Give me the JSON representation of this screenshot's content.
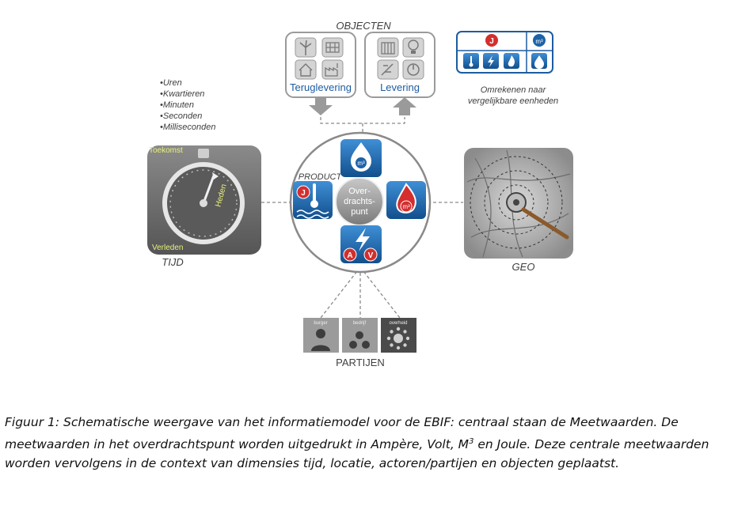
{
  "objecten": {
    "title": "OBJECTEN",
    "teruglevering_label": "Teruglevering",
    "levering_label": "Levering"
  },
  "omrekenen": {
    "text_line1": "Omrekenen naar",
    "text_line2": "vergelijkbare eenheden",
    "unit_j": "J",
    "unit_m3": "m³"
  },
  "tijd": {
    "label": "TIJD",
    "toekomst_label": "Toekomst",
    "heden_label": "Heden",
    "verleden_label": "Verleden",
    "units": [
      "•Uren",
      "•Kwartieren",
      "•Minuten",
      "•Seconden",
      "•Milliseconden"
    ]
  },
  "center": {
    "product_label": "PRODUCT",
    "overdrachtspunt_lines": [
      "Over-",
      "drachts-",
      "punt"
    ],
    "unit_j": "J",
    "unit_m3": "m³",
    "unit_a": "A",
    "unit_v": "V"
  },
  "geo": {
    "label": "GEO"
  },
  "partijen": {
    "label": "PARTIJEN",
    "tiles": [
      "burger",
      "bedrijf",
      "overheid"
    ]
  },
  "caption": {
    "prefix": "Figuur 1: Schematische weergave van het informatiemodel voor de EBIF: centraal staan de Meetwaarden. De meetwaarden in het  overdrachtspunt worden  uitgedrukt in Ampère,  Volt,  M",
    "superscript": "3",
    "suffix": " en Joule. Deze centrale meetwaarden worden vervolgens in de context van dimensies tijd, locatie, actoren/partijen en objecten geplaatst."
  },
  "colors": {
    "blue": "#1c63a8",
    "red": "#d42e2e",
    "gray": "#6e6e6e"
  }
}
